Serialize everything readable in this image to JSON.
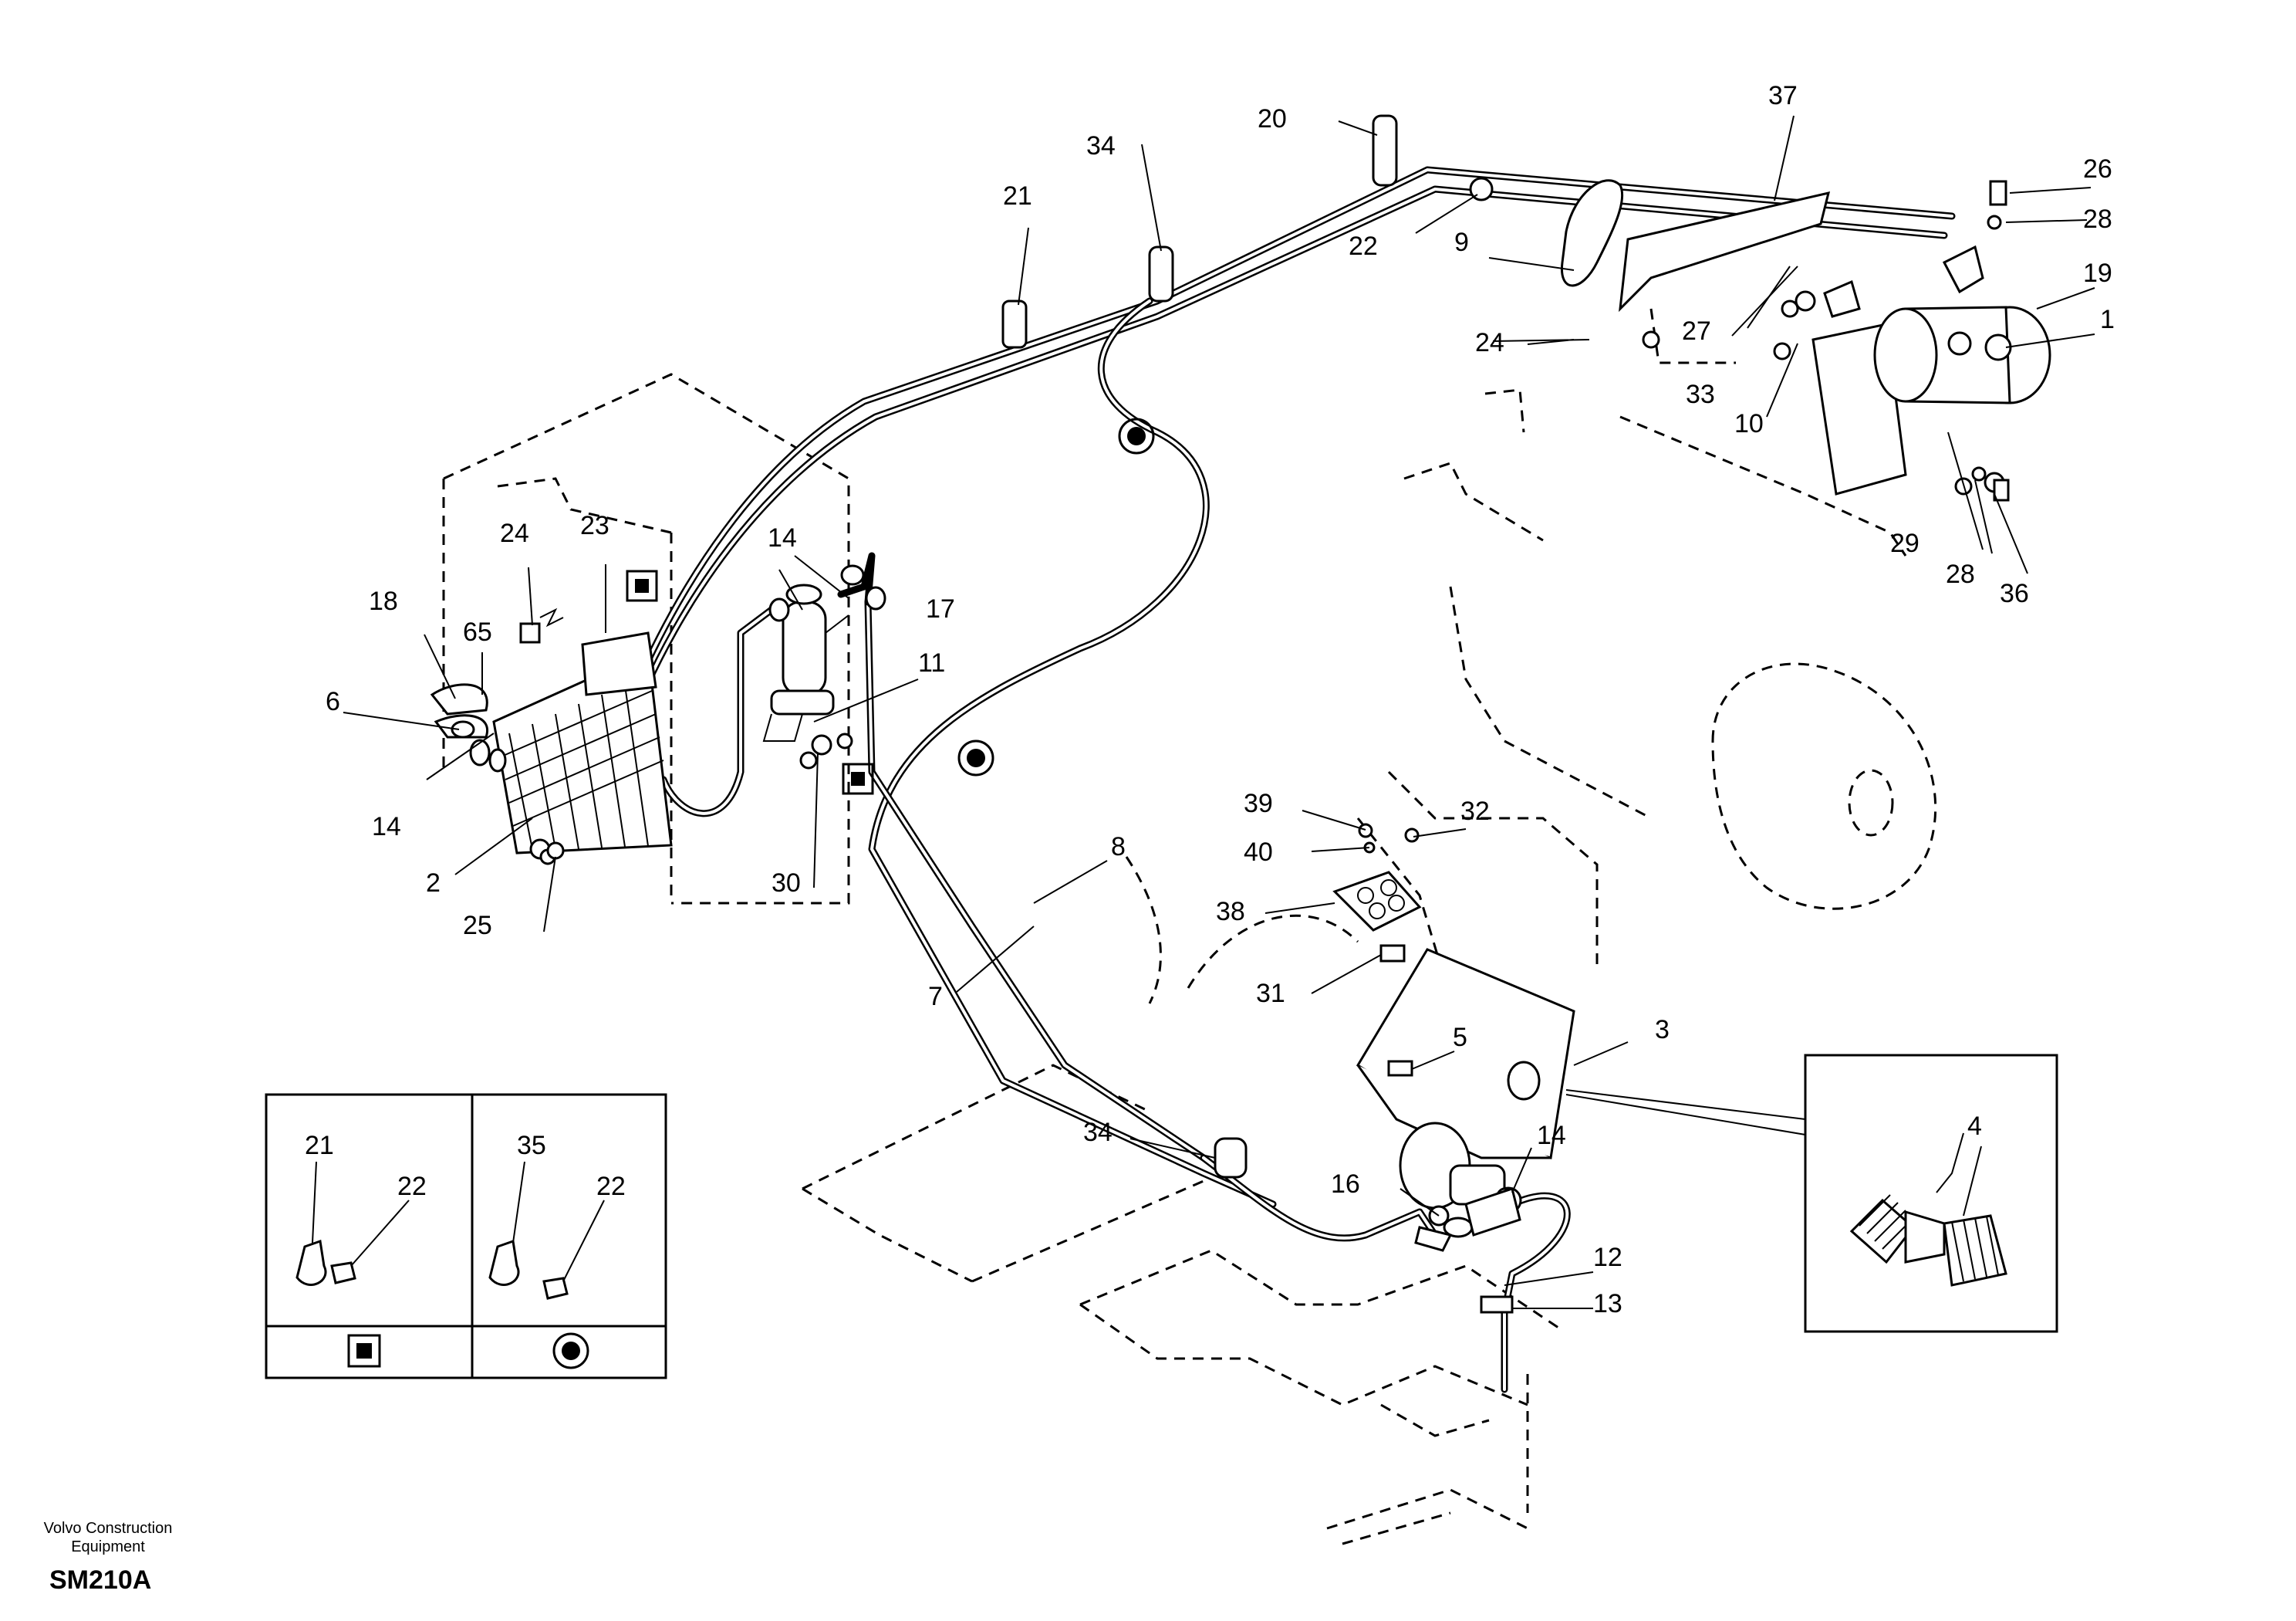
{
  "labels": {
    "p1": "1",
    "p2": "2",
    "p3": "3",
    "p4": "4",
    "p5": "5",
    "p6": "6",
    "p7": "7",
    "p8": "8",
    "p9": "9",
    "p10": "10",
    "p11": "11",
    "p12": "12",
    "p13": "13",
    "p14": "14",
    "p16": "16",
    "p17": "17",
    "p18": "18",
    "p19": "19",
    "p20": "20",
    "p21": "21",
    "p22": "22",
    "p23": "23",
    "p24": "24",
    "p25": "25",
    "p26": "26",
    "p27": "27",
    "p28": "28",
    "p29": "29",
    "p30": "30",
    "p31": "31",
    "p32": "32",
    "p33": "33",
    "p34": "34",
    "p35": "35",
    "p36": "36",
    "p37": "37",
    "p38": "38",
    "p39": "39",
    "p40": "40",
    "p65": "65"
  },
  "legend": {
    "left_labels": {
      "a": "21",
      "b": "22"
    },
    "right_labels": {
      "a": "35",
      "b": "22"
    },
    "left_symbol": "square-symbol",
    "right_symbol": "circle-symbol"
  },
  "footer": {
    "brand_line1": "Volvo Construction",
    "brand_line2": "Equipment",
    "drawing_code": "SM210A"
  },
  "colors": {
    "ink": "#000000",
    "paper": "#ffffff"
  }
}
